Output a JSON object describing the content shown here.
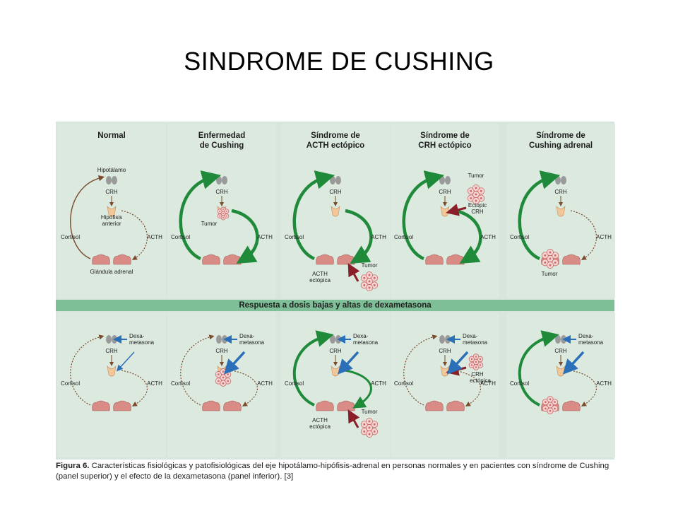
{
  "slide": {
    "title": "SINDROME DE CUSHING"
  },
  "top_panels": [
    {
      "title": "Normal"
    },
    {
      "title": "Enfermedad\nde Cushing"
    },
    {
      "title": "Síndrome de\nACTH ectópico"
    },
    {
      "title": "Síndrome de\nCRH ectópico"
    },
    {
      "title": "Síndrome de\nCushing adrenal"
    }
  ],
  "labels": {
    "hypothalamus": "Hipotálamo",
    "crh": "CRH",
    "pituitary_line1": "Hipófisis",
    "pituitary_line2": "anterior",
    "cortisol": "Cortisol",
    "acth": "ACTH",
    "adrenal": "Glándula adrenal",
    "tumor": "Tumor",
    "acth_ectopic_1": "ACTH",
    "acth_ectopic_2": "ectópica",
    "ectopic_crh_1": "Ectopic",
    "ectopic_crh_2": "CRH",
    "dexa_1": "Dexa-",
    "dexa_2": "metasona",
    "crh_ectopica_1": "CRH",
    "crh_ectopica_2": "ectópica"
  },
  "band": {
    "text": "Respuesta a dosis bajas y altas de dexametasona"
  },
  "caption": {
    "label": "Figura 6.",
    "text": " Características fisiológicas y patofisiológicas del eje hipotálamo-hipófisis-adrenal en personas normales y en pacientes con síndrome de Cushing (panel superior) y el efecto de la dexametasona (panel inferior). [3]"
  },
  "colors": {
    "panel_bg": "#dbe9df",
    "band": "#7fbf98",
    "arrow_green": "#1f8a3a",
    "arrow_brown": "#7a4a2a",
    "arrow_blue": "#2a6fb8",
    "arrow_red": "#8a1f2a"
  }
}
